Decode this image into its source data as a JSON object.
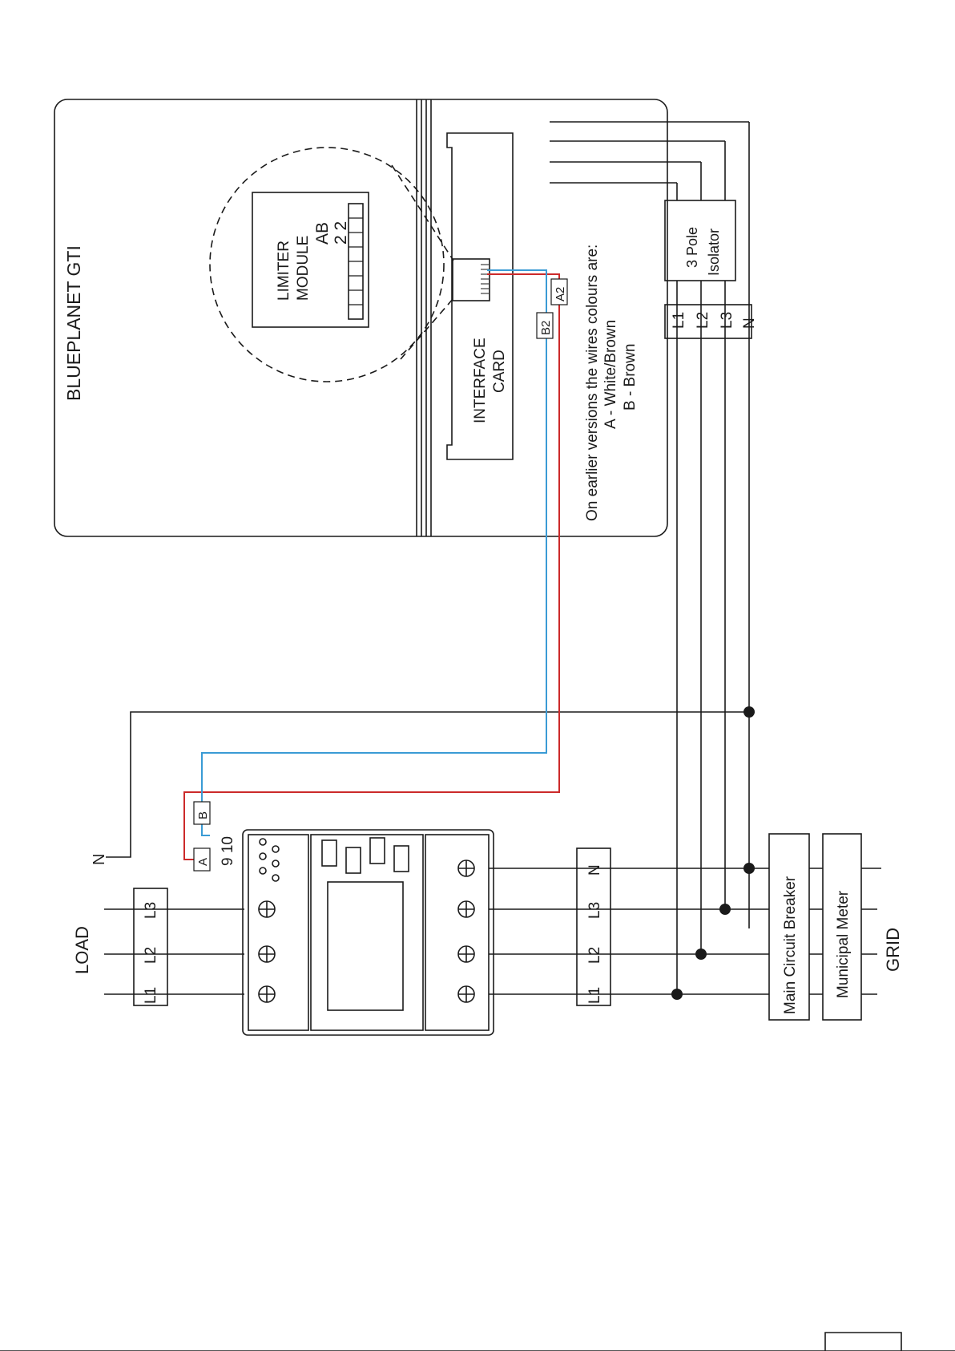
{
  "labels": {
    "title": "BLUEPLANET GTI",
    "limiter_line1": "LIMITER",
    "limiter_line2": "MODULE",
    "limiter_ab": "AB",
    "limiter_22": "2 2",
    "interface_line1": "INTERFACE",
    "interface_line2": "CARD",
    "note_line1": "On earlier versions the wires colours are:",
    "note_line2": "A - White/Brown",
    "note_line3": "B - Brown",
    "isolator_line1": "3 Pole",
    "isolator_line2": "Isolator",
    "load": "LOAD",
    "grid": "GRID",
    "main_breaker": "Main Circuit Breaker",
    "municipal_meter": "Municipal Meter",
    "tag_a2": "A2",
    "tag_b2": "B2",
    "tag_a": "A",
    "tag_b": "B",
    "n_label": "N",
    "terminal_nums": "9 10"
  },
  "phases": {
    "l1": "L1",
    "l2": "L2",
    "l3": "L3",
    "n": "N"
  },
  "colors": {
    "line": "#1a1a1a",
    "wire_a": "#cc2a2a",
    "wire_b": "#3a9bd5"
  }
}
